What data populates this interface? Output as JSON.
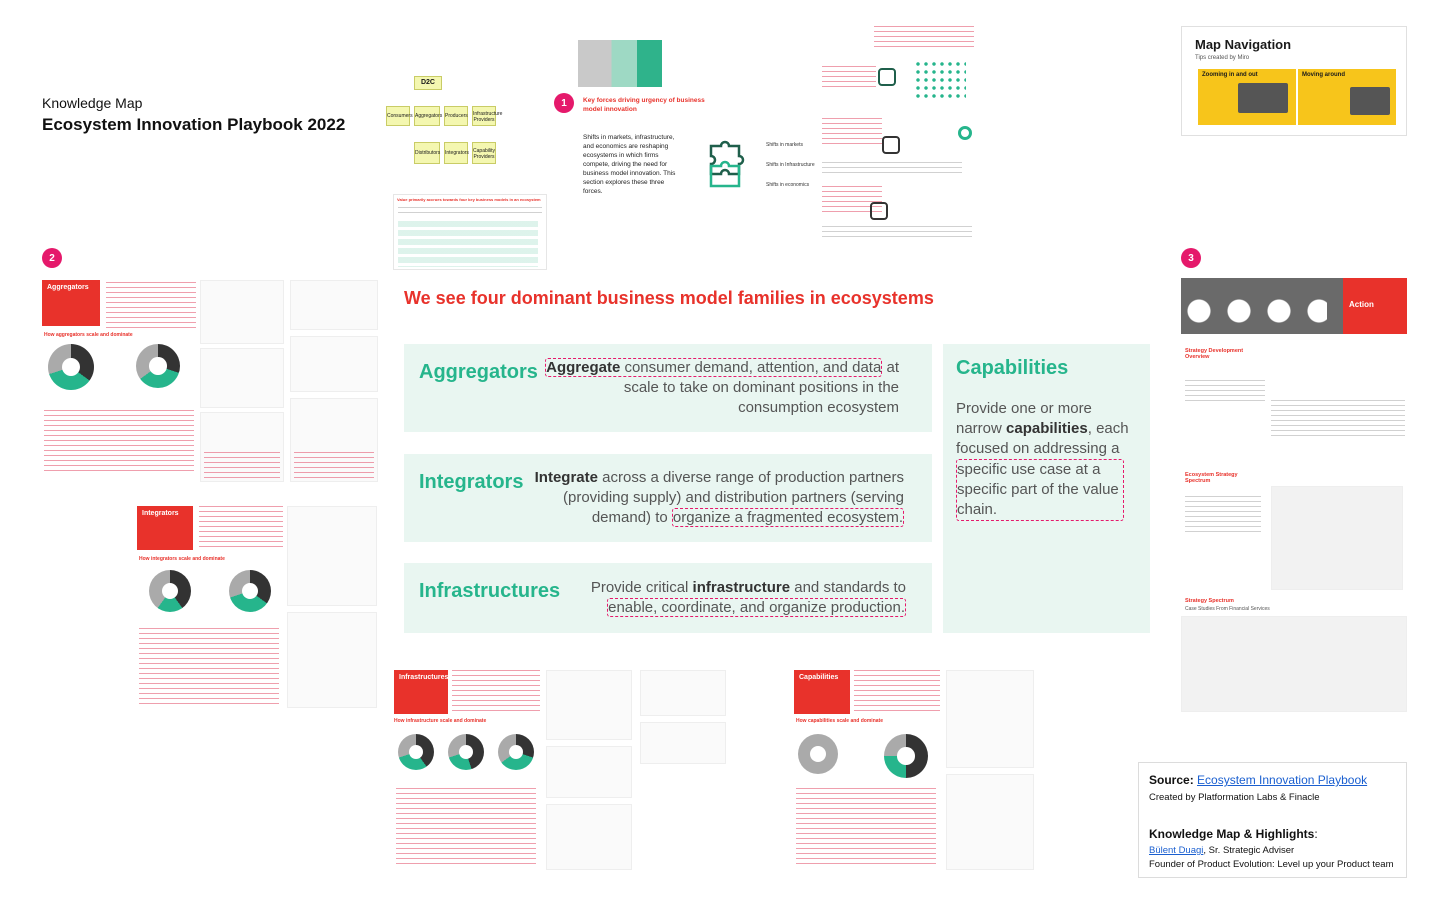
{
  "header": {
    "label": "Knowledge Map",
    "title": "Ecosystem Innovation Playbook 2022"
  },
  "badges": [
    "1",
    "2",
    "3"
  ],
  "top_section": {
    "diagram_labels": {
      "d2c": "D2C",
      "consumers": "Consumers",
      "aggregators": "Aggregators",
      "producers": "Producers",
      "infrastructure_providers": "Infrastructure Providers",
      "distributors": "Distributors",
      "integrators": "Integrators",
      "capability_providers": "Capability Providers"
    },
    "value_caption": "Value primarily accrues towards four key business models in an ecosystem",
    "forces_title": "Key forces driving urgency of business model innovation",
    "forces_text": "Shifts in markets, infrastructure, and economics are reshaping ecosystems in which firms compete, driving the need for business model innovation. This section explores these three forces.",
    "shifts": [
      "Shifts in markets",
      "Shifts in Infrastructure",
      "Shifts in economics"
    ]
  },
  "navigation_card": {
    "title": "Map Navigation",
    "subtitle": "Tips created by Miro",
    "zoom_label": "Zooming in and out",
    "move_label": "Moving around"
  },
  "left_section": {
    "aggregators_box": "Aggregators",
    "aggregators_sub": "How aggregators scale and dominate",
    "integrators_box": "Integrators",
    "integrators_sub": "How integrators scale and dominate"
  },
  "center": {
    "title": "We see four dominant business model families in ecosystems",
    "families": [
      {
        "name": "Aggregators",
        "keyword": "Aggregate",
        "rest_line1": " consumer demand, attention, and data",
        "line1_tail": " at",
        "line2": "scale to take on dominant positions in the",
        "line3": "consumption ecosystem"
      },
      {
        "name": "Integrators",
        "keyword": "Integrate",
        "rest_line1": " across a diverse range of production partners",
        "line2": "(providing supply) and distribution partners (serving",
        "line3_pre": "demand) to ",
        "line3_dash": "organize a fragmented ecosystem."
      },
      {
        "name": "Infrastructures",
        "line1_pre": "Provide critical ",
        "keyword": "infrastructure",
        "line1_post": " and standards to",
        "line2_dash": "enable, coordinate, and organize production."
      }
    ],
    "capabilities": {
      "name": "Capabilities",
      "line1": "Provide one or more",
      "line2_pre": "narrow ",
      "keyword": "capabilities",
      "line2_post": ", each",
      "line3": "focused on addressing a",
      "dash_lines": [
        "specific use case at a",
        "specific part of the value",
        "chain."
      ]
    }
  },
  "bottom_section": {
    "infrastructures_box": "Infrastructures",
    "infrastructures_sub": "How infrastructure scale and dominate",
    "capabilities_box": "Capabilities",
    "capabilities_sub": "How capabilities scale and dominate"
  },
  "right_section": {
    "action_label": "Action",
    "strategy_overview": "Strategy Development Overview",
    "strategy_spectrum": "Ecosystem Strategy Spectrum",
    "spectrum_title": "Strategy Spectrum",
    "spectrum_sub": "Case Studies From Financial Services"
  },
  "source_card": {
    "source_label": "Source",
    "source_link": "Ecosystem Innovation Playbook",
    "created_by": "Created by Platformation Labs & Finacle",
    "highlights_label": "Knowledge Map & Highlights",
    "author_link": "Bülent Duagi",
    "author_role": ", Sr. Strategic Adviser",
    "author_extra": "Founder of Product Evolution: Level up your Product team"
  },
  "colors": {
    "accent_red": "#e8322b",
    "accent_green": "#26b58c",
    "family_bg": "#e9f6f1",
    "badge_pink": "#e5196b",
    "nav_yellow": "#f7c51b"
  }
}
